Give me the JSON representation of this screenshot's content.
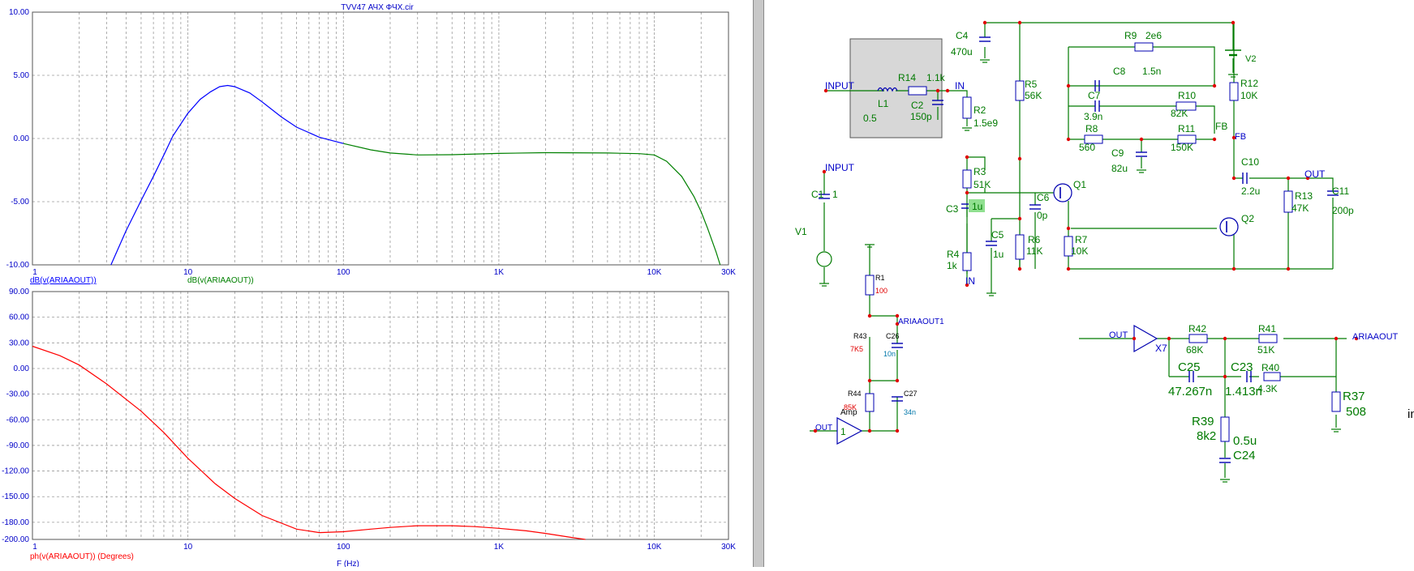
{
  "window": {
    "title": "TVV47 АЧХ ФЧХ.cir"
  },
  "colors": {
    "blue": "#0000ff",
    "green": "#008000",
    "red": "#ff0000",
    "grid": "#9a9a9a",
    "wire": "#007a00",
    "node": "#e00000",
    "label": "#0000c8"
  },
  "chart_data": [
    {
      "type": "line",
      "title": "TVV47 АЧХ ФЧХ.cir",
      "xscale": "log",
      "xlim": [
        1,
        30000
      ],
      "ylim": [
        -10,
        10
      ],
      "xticks": [
        "1",
        "10",
        "100",
        "1K",
        "10K",
        "30K"
      ],
      "yticks": [
        "10.00",
        "5.00",
        "0.00",
        "-5.00",
        "-10.00"
      ],
      "trace_labels": [
        "dB(v(ARIAAOUT))",
        "dB(v(ARIAAOUT))"
      ],
      "series": [
        {
          "name": "dB(v(ARIAAOUT))",
          "x": [
            3.2,
            4,
            5,
            6,
            7,
            8,
            10,
            12,
            14,
            16,
            18,
            20,
            25,
            30,
            40,
            50,
            70,
            100
          ],
          "y": [
            -10,
            -7.3,
            -4.9,
            -3,
            -1.3,
            0.2,
            2.0,
            3.1,
            3.7,
            4.1,
            4.2,
            4.1,
            3.6,
            2.9,
            1.7,
            0.9,
            0.1,
            -0.4
          ]
        },
        {
          "name": "dB(v(ARIAAOUT))",
          "x": [
            100,
            150,
            200,
            300,
            500,
            1000,
            2000,
            5000,
            8000,
            10000,
            12000,
            15000,
            18000,
            20000,
            22000,
            25000,
            26500
          ],
          "y": [
            -0.4,
            -0.9,
            -1.15,
            -1.3,
            -1.28,
            -1.18,
            -1.12,
            -1.15,
            -1.2,
            -1.3,
            -1.8,
            -3.0,
            -4.6,
            -5.8,
            -7.1,
            -9.0,
            -10
          ]
        }
      ]
    },
    {
      "type": "line",
      "xscale": "log",
      "xlim": [
        1,
        30000
      ],
      "ylim": [
        -200,
        90
      ],
      "xticks": [
        "1",
        "10",
        "100",
        "1K",
        "10K",
        "30K"
      ],
      "yticks": [
        "90.00",
        "60.00",
        "30.00",
        "0.00",
        "-30.00",
        "-60.00",
        "-90.00",
        "-120.00",
        "-150.00",
        "-180.00",
        "-200.00"
      ],
      "xlabel": "F (Hz)",
      "trace_labels": [
        "ph(v(ARIAAOUT)) (Degrees)"
      ],
      "series": [
        {
          "name": "ph(v(ARIAAOUT)) (Degrees)",
          "x": [
            1,
            1.5,
            2,
            3,
            5,
            7,
            10,
            15,
            20,
            30,
            50,
            70,
            100,
            150,
            200,
            300,
            500,
            700,
            1000,
            1500,
            2000,
            3000,
            3600
          ],
          "y": [
            26,
            15,
            4,
            -18,
            -50,
            -75,
            -105,
            -135,
            -152,
            -172,
            -188,
            -192,
            -191,
            -188,
            -186,
            -184,
            -184,
            -185,
            -187,
            -190,
            -193,
            -198,
            -200
          ]
        }
      ]
    }
  ],
  "schematic": {
    "labels": {
      "input_a": "INPUT",
      "l1": "L1",
      "l1_val": "0.5",
      "r14": "R14",
      "r14_val": "1.1k",
      "c2": "C2",
      "c2_val": "150p",
      "in_a": "IN",
      "c4": "C4",
      "c4_val": "470u",
      "r2": "R2",
      "r2_val": "1.5e9",
      "r5": "R5",
      "r5_val": "56K",
      "r9": "R9",
      "r9_val": "2e6",
      "c8": "C8",
      "c8_val": "1.5n",
      "c7": "C7",
      "c7_val": "3.9n",
      "r10": "R10",
      "r10_val": "82K",
      "fb_a": "FB",
      "fb_b": "FB",
      "r8": "R8",
      "r8_val": "560",
      "c9": "C9",
      "c9_val": "82u",
      "r11": "R11",
      "r11_val": "150K",
      "r12": "R12",
      "r12_val": "10K",
      "v2": "V2",
      "input_b": "INPUT",
      "c1": "C1",
      "c1_val": "1",
      "v1": "V1",
      "r3": "R3",
      "r3_val": "51K",
      "c3": "C3",
      "c3_val": "1u",
      "c6": "C6",
      "c6_val": "0p",
      "q1": "Q1",
      "q2": "Q2",
      "c10": "C10",
      "c10_val": "2.2u",
      "out_a": "OUT",
      "r13": "R13",
      "r13_val": "47K",
      "c11": "C11",
      "c11_val": "200p",
      "c5": "C5",
      "c5_val": "1u",
      "r4": "R4",
      "r4_val": "1k",
      "in_b": "IN",
      "r6": "R6",
      "r6_val": "11K",
      "r7": "R7",
      "r7_val": "10K",
      "r1": "R1",
      "r1_val": "100",
      "ariaaout1": "ARIAAOUT1",
      "r43": "R43",
      "r43_val": "7K5",
      "c26": "C26",
      "c26_val": "10n",
      "r44": "R44",
      "r44_val": "85K",
      "c27": "C27",
      "c27_val": "34n",
      "amp": "Amp",
      "amp_gain": "1",
      "out_b": "OUT",
      "out_c": "OUT",
      "x7": "X7",
      "r42": "R42",
      "r42_val": "68K",
      "r41": "R41",
      "r41_val": "51K",
      "ariaaout": "ARIAAOUT",
      "c25": "C25",
      "c25_val": "47.267n",
      "c23": "C23",
      "c23_val": "1.413n",
      "r40": "R40",
      "r40_val": "4.3K",
      "r37": "R37",
      "r37_val": "508",
      "r39": "R39",
      "r39_val": "8k2",
      "c24_val": "0.5u",
      "c24": "C24",
      "edge": "in"
    }
  }
}
